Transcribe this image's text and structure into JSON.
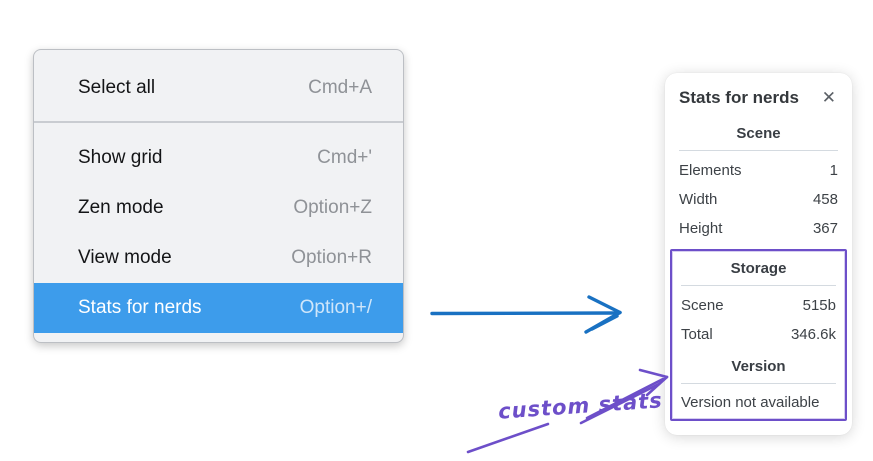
{
  "context_menu": {
    "items": [
      {
        "label": "Select all",
        "shortcut": "Cmd+A",
        "selected": false
      },
      {
        "label": "Show grid",
        "shortcut": "Cmd+'",
        "selected": false
      },
      {
        "label": "Zen mode",
        "shortcut": "Option+Z",
        "selected": false
      },
      {
        "label": "View mode",
        "shortcut": "Option+R",
        "selected": false
      },
      {
        "label": "Stats for nerds",
        "shortcut": "Option+/",
        "selected": true
      }
    ],
    "highlight_color": "#3d9ceb"
  },
  "stats_panel": {
    "title": "Stats for nerds",
    "close_icon": "✕",
    "scene": {
      "heading": "Scene",
      "rows": [
        {
          "label": "Elements",
          "value": "1"
        },
        {
          "label": "Width",
          "value": "458"
        },
        {
          "label": "Height",
          "value": "367"
        }
      ]
    },
    "storage": {
      "heading": "Storage",
      "rows": [
        {
          "label": "Scene",
          "value": "515b"
        },
        {
          "label": "Total",
          "value": "346.6k"
        }
      ]
    },
    "version": {
      "heading": "Version",
      "note": "Version not available"
    }
  },
  "annotation": {
    "label": "custom stats",
    "purple": "#6d4fc9",
    "arrow_blue": "#1971c2"
  }
}
